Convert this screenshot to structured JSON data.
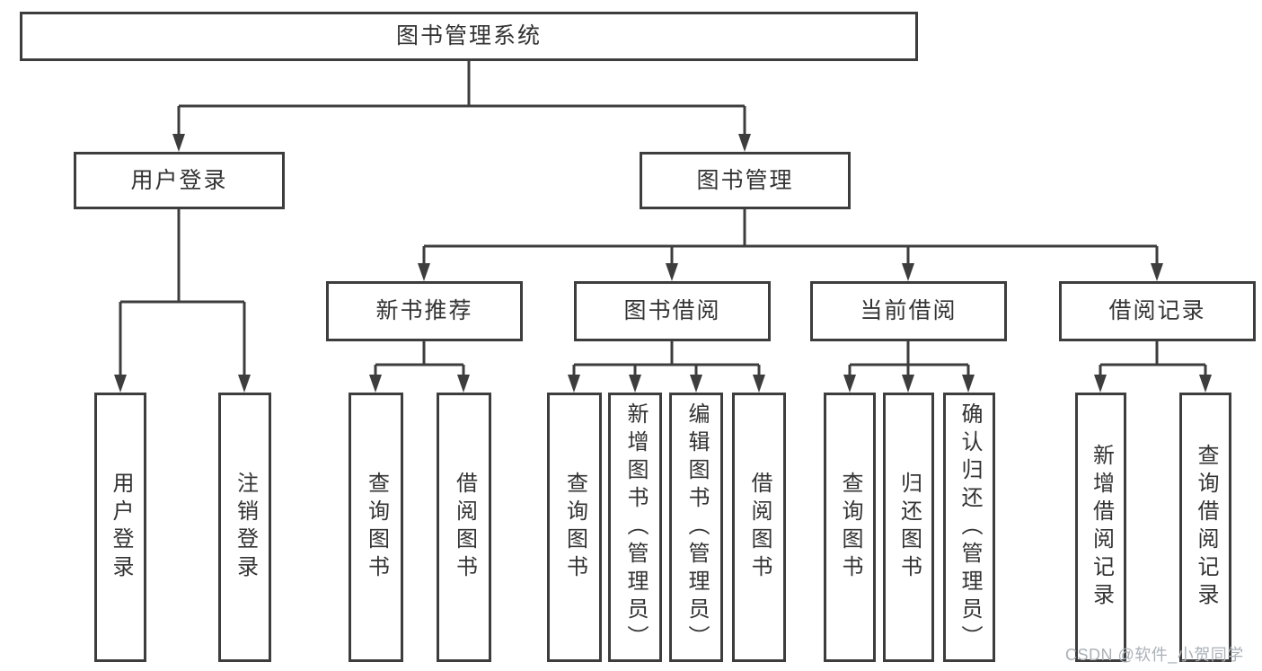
{
  "diagram": {
    "title": "图书管理系统",
    "type": "hierarchy-tree",
    "colors": {
      "line": "#3d3d3d",
      "box_border": "#3d3d3d",
      "box_fill": "#ffffff",
      "text": "#333333",
      "background": "#ffffff",
      "watermark": "#aab1b8"
    }
  },
  "tree": {
    "root": "图书管理系统",
    "branches": [
      {
        "label": "用户登录",
        "children": [
          "用户登录",
          "注销登录"
        ]
      },
      {
        "label": "图书管理",
        "groups": [
          {
            "label": "新书推荐",
            "children": [
              "查询图书",
              "借阅图书"
            ]
          },
          {
            "label": "图书借阅",
            "children": [
              "查询图书",
              "新增图书（管理员）",
              "编辑图书（管理员）",
              "借阅图书"
            ]
          },
          {
            "label": "当前借阅",
            "children": [
              "查询图书",
              "归还图书",
              "确认归还（管理员）"
            ]
          },
          {
            "label": "借阅记录",
            "children": [
              "新增借阅记录",
              "查询借阅记录"
            ]
          }
        ]
      }
    ]
  },
  "watermark": {
    "text": "CSDN @软件_小贺同学"
  }
}
